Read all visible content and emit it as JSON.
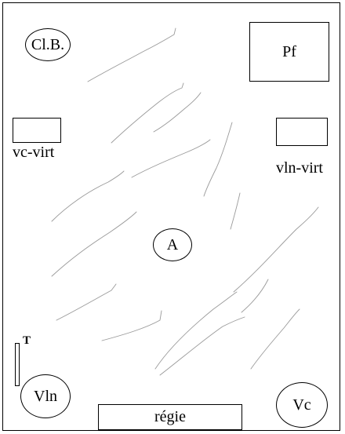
{
  "labels": {
    "clb": "Cl.B.",
    "pf": "Pf",
    "vc_virt": "vc-virt",
    "vln_virt": "vln-virt",
    "a": "A",
    "t": "T",
    "vln": "Vln",
    "regie": "régie",
    "vc": "Vc"
  },
  "colors": {
    "stroke": "#000000",
    "trace": "#9a9a9a"
  }
}
